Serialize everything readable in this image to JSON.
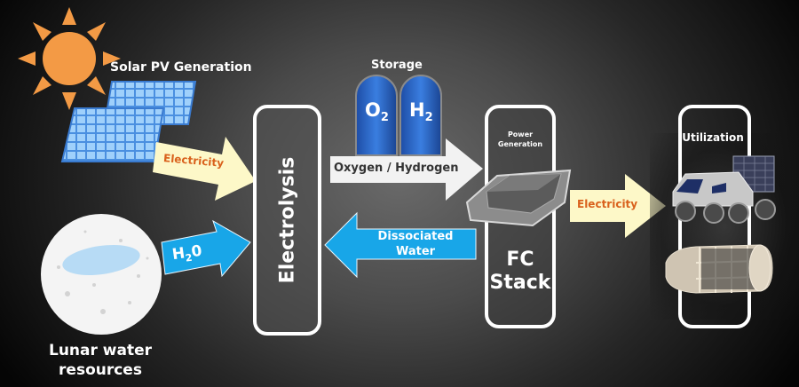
{
  "source": {
    "solar_label": "Solar PV Generation",
    "lunar_label_line1": "Lunar water",
    "lunar_label_line2": "resources"
  },
  "arrows": {
    "solar_to_electrolysis": {
      "label": "Electricity",
      "fill": "#fdf8c8",
      "text_color": "#d9611c"
    },
    "water_to_electrolysis": {
      "label_main": "H",
      "label_sub": "2",
      "label_tail": "0",
      "fill": "#18a6e8",
      "text_color": "#ffffff"
    },
    "electrolysis_to_fc": {
      "label": "Oxygen / Hydrogen",
      "fill": "#f2f2f2",
      "text_color": "#333333"
    },
    "fc_to_electrolysis": {
      "label_line1": "Dissociated",
      "label_line2": "Water",
      "fill": "#18a6e8",
      "text_color": "#ffffff"
    },
    "fc_to_utilization": {
      "label": "Electricity",
      "fill": "#fdf8c8",
      "text_color": "#d9611c"
    }
  },
  "storage": {
    "title": "Storage",
    "tanks": [
      {
        "element": "O",
        "subscript": "2"
      },
      {
        "element": "H",
        "subscript": "2"
      }
    ],
    "tank_color": "#2f6fd0"
  },
  "electrolysis": {
    "label": "Electrolysis"
  },
  "fc_stack": {
    "caption_line1": "Power",
    "caption_line2": "Generation",
    "label_line1": "FC",
    "label_line2": "Stack"
  },
  "utilization": {
    "label": "Utilization"
  }
}
